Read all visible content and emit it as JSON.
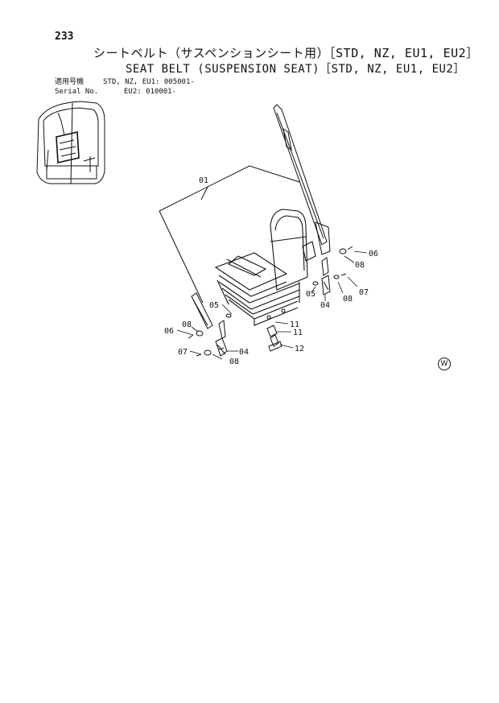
{
  "header": {
    "page_number": "233",
    "title_jp": "シートベルト（サスペンションシート用）［STD, NZ, EU1, EU2］",
    "title_en": "SEAT BELT (SUSPENSION SEAT)［STD, NZ, EU1, EU2］"
  },
  "serial": {
    "row1_label": "適用号機",
    "row1_value": "STD, NZ, EU1: 005001-",
    "row2_label": "Serial No.",
    "row2_value": "EU2: 010001-"
  },
  "callouts": {
    "c01": "01",
    "c04a": "04",
    "c04b": "04",
    "c05a": "05",
    "c05b": "05",
    "c06a": "06",
    "c06b": "06",
    "c07a": "07",
    "c07b": "07",
    "c08a": "08",
    "c08b": "08",
    "c08c": "08",
    "c08d": "08",
    "c11a": "11",
    "c11b": "11",
    "c12": "12"
  },
  "mark": "W"
}
